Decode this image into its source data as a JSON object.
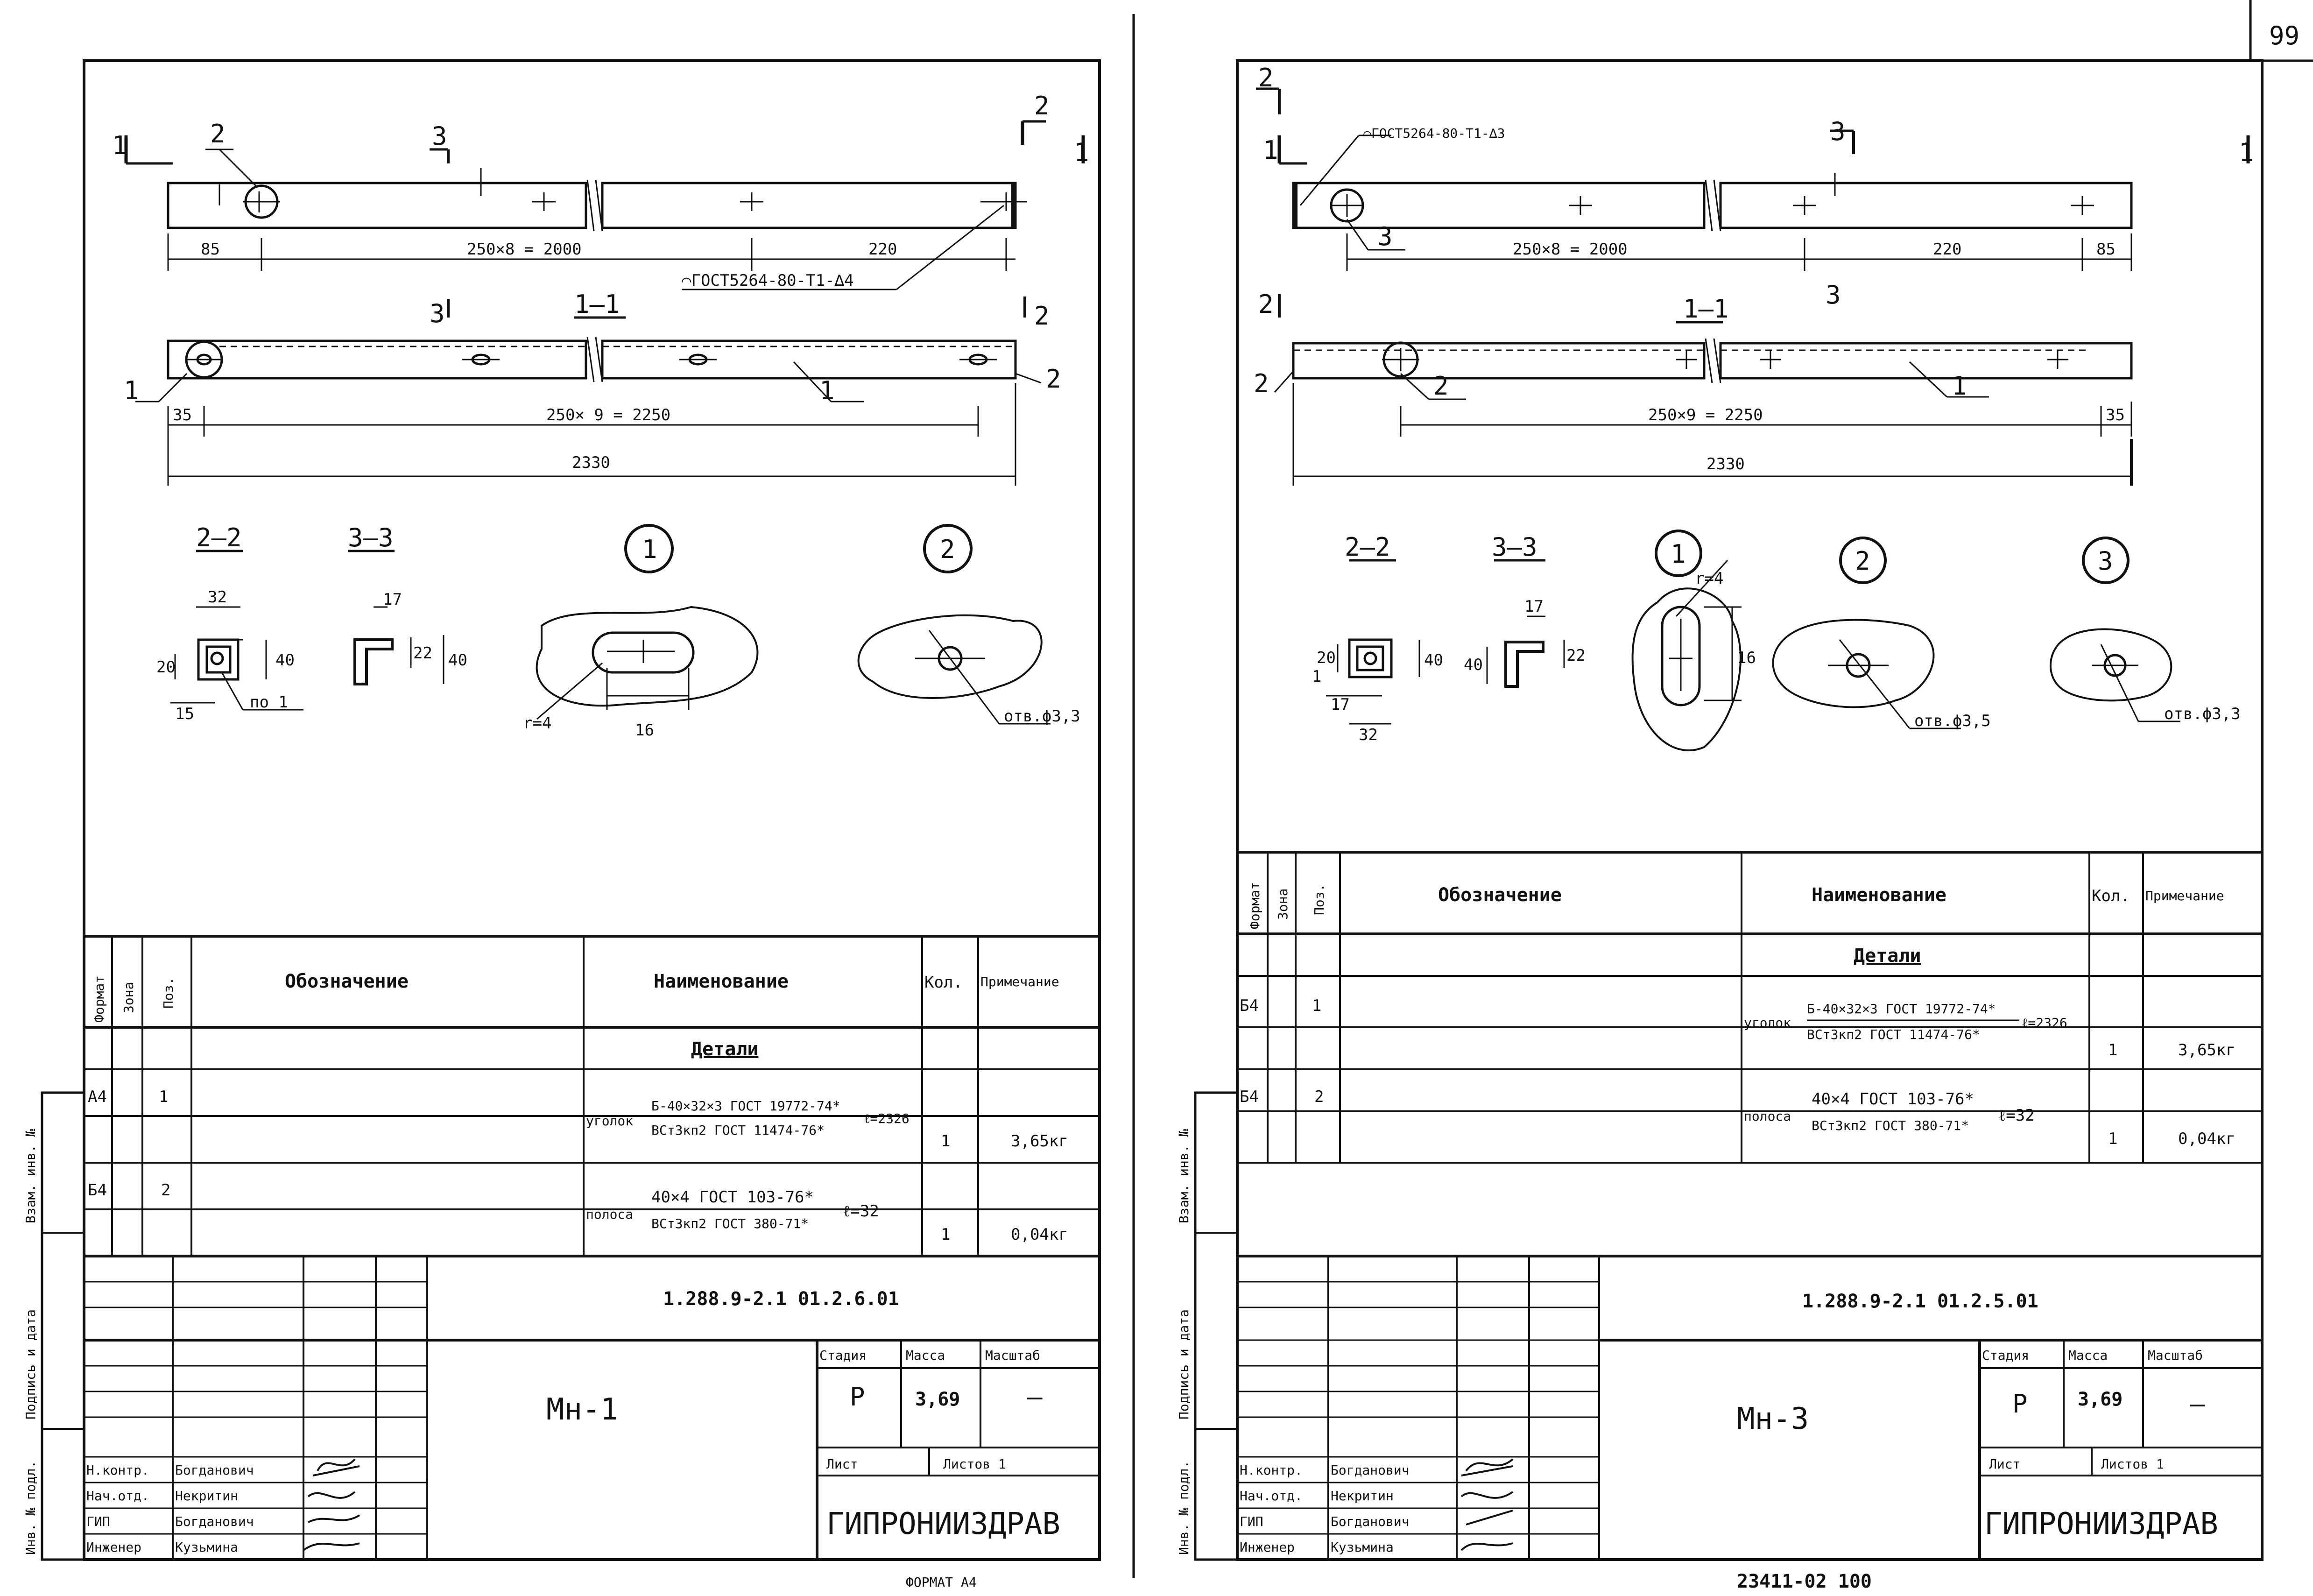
{
  "page_number": "99",
  "bottom_note": "23411-02  100",
  "format_label": "ФОРМАТ А4",
  "left": {
    "callouts": {
      "p1": "1",
      "p2": "2",
      "p3": "3",
      "s1": "1",
      "s2": "2",
      "s3": "3"
    },
    "dims": {
      "d85": "85",
      "d250x8": "250×8 = 2000",
      "d220": "220",
      "d35": "35",
      "d250x9": "250× 9 = 2250",
      "d2330": "2330",
      "d32": "32",
      "d40a": "40",
      "d20": "20",
      "d15": "15",
      "d17": "17",
      "d22": "22",
      "d40b": "40",
      "d16": "16",
      "r4": "r=4"
    },
    "weld": "⌒ГОСТ5264-80-Т1-∆4",
    "section_11": "1—1",
    "view_22": "2—2",
    "view_33": "3—3",
    "node1": "1",
    "node2": "2",
    "po1": "по 1",
    "hole": "отв.ϕ3,3",
    "spec": {
      "headers": {
        "format": "Формат",
        "zone": "Зона",
        "pos": "Поз.",
        "designation": "Обозначение",
        "name": "Наименование",
        "qty": "Кол.",
        "note": "Примечание"
      },
      "group": "Детали",
      "rows": [
        {
          "format": "А4",
          "pos": "1",
          "name_prefix": "уголок",
          "name_top": "Б-40×32×3 ГОСТ 19772-74*",
          "name_bottom": "ВСт3кп2 ГОСТ 11474-76*",
          "name_len": "ℓ=2326",
          "qty": "1",
          "note": "3,65кг"
        },
        {
          "format": "Б4",
          "pos": "2",
          "name_prefix": "полоса",
          "name_top": "40×4 ГОСТ 103-76*",
          "name_bottom": "ВСт3кп2 ГОСТ 380-71*",
          "name_len": "ℓ=32",
          "qty": "1",
          "note": "0,04кг"
        }
      ]
    },
    "title": {
      "code": "1.288.9-2.1  01.2.6.01",
      "name": "Мн-1",
      "stage_h": "Стадия",
      "mass_h": "Масса",
      "scale_h": "Масштаб",
      "stage": "Р",
      "mass": "3,69",
      "scale": "—",
      "sheet_h": "Лист",
      "sheets_h": "Листов 1",
      "org": "ГИПРОНИИЗДРАВ",
      "staff": [
        {
          "role": "Н.контр.",
          "name": "Богданович"
        },
        {
          "role": "Нач.отд.",
          "name": "Некритин"
        },
        {
          "role": "ГИП",
          "name": "Богданович"
        },
        {
          "role": "Инженер",
          "name": "Кузьмина"
        }
      ]
    },
    "side_labels": {
      "a": "Инв. № подл.",
      "b": "Подпись и дата",
      "c": "Взам. инв. №"
    }
  },
  "right": {
    "callouts": {
      "p1": "1",
      "p2": "2",
      "p3": "3",
      "s2": "2",
      "s3": "3",
      "s1": "1"
    },
    "dims": {
      "d250x8": "250×8 = 2000",
      "d220": "220",
      "d85": "85",
      "d250x9": "250×9 = 2250",
      "d35": "35",
      "d2330": "2330",
      "d20": "20",
      "d40a": "40",
      "d17a": "17",
      "d32": "32",
      "d40b": "40",
      "d17b": "17",
      "d22": "22",
      "d16": "16",
      "r4": "r=4",
      "d1": "1"
    },
    "weld": "⌒ГОСТ5264-80-Т1-∆3",
    "section_11": "1—1",
    "view_22": "2—2",
    "view_33": "3—3",
    "node1": "1",
    "node2": "2",
    "node3": "3",
    "hole2": "отв.ϕ3,5",
    "hole3": "отв.ϕ3,3",
    "spec": {
      "headers": {
        "format": "Формат",
        "zone": "Зона",
        "pos": "Поз.",
        "designation": "Обозначение",
        "name": "Наименование",
        "qty": "Кол.",
        "note": "Примечание"
      },
      "group": "Детали",
      "rows": [
        {
          "format": "Б4",
          "pos": "1",
          "name_prefix": "уголок",
          "name_top": "Б-40×32×3 ГОСТ 19772-74*",
          "name_bottom": "ВСт3кп2 ГОСТ 11474-76*",
          "name_len": "ℓ=2326",
          "qty": "1",
          "note": "3,65кг"
        },
        {
          "format": "Б4",
          "pos": "2",
          "name_prefix": "полоса",
          "name_top": "40×4 ГОСТ 103-76*",
          "name_bottom": "ВСт3кп2 ГОСТ 380-71*",
          "name_len": "ℓ=32",
          "qty": "1",
          "note": "0,04кг"
        }
      ]
    },
    "title": {
      "code": "1.288.9-2.1  01.2.5.01",
      "name": "Мн-3",
      "stage_h": "Стадия",
      "mass_h": "Масса",
      "scale_h": "Масштаб",
      "stage": "Р",
      "mass": "3,69",
      "scale": "—",
      "sheet_h": "Лист",
      "sheets_h": "Листов 1",
      "org": "ГИПРОНИИЗДРАВ",
      "staff": [
        {
          "role": "Н.контр.",
          "name": "Богданович"
        },
        {
          "role": "Нач.отд.",
          "name": "Некритин"
        },
        {
          "role": "ГИП",
          "name": "Богданович"
        },
        {
          "role": "Инженер",
          "name": "Кузьмина"
        }
      ]
    },
    "side_labels": {
      "a": "Инв. № подл.",
      "b": "Подпись и дата",
      "c": "Взам. инв. №"
    }
  }
}
